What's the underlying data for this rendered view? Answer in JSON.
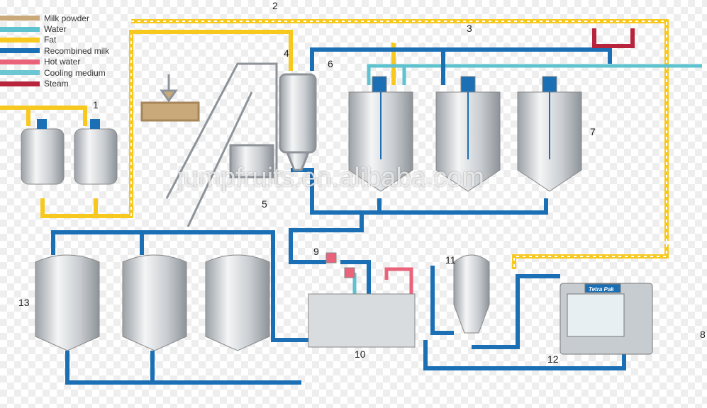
{
  "legend": [
    {
      "label": "Milk powder",
      "color": "#c9a87a"
    },
    {
      "label": "Water",
      "color": "#5ec3cf"
    },
    {
      "label": "Fat",
      "color": "#f7c81e"
    },
    {
      "label": "Recombined milk",
      "color": "#1a6fb5"
    },
    {
      "label": "Hot water",
      "color": "#e9637a"
    },
    {
      "label": "Cooling medium",
      "color": "#6cc7d2"
    },
    {
      "label": "Steam",
      "color": "#b8243c"
    }
  ],
  "numbers": [
    "1",
    "2",
    "3",
    "4",
    "5",
    "6",
    "7",
    "8",
    "9",
    "10",
    "11",
    "12",
    "13"
  ],
  "watermark": "jumpfruits.en.alibaba.com",
  "machine_brand": "Tetra Pak"
}
